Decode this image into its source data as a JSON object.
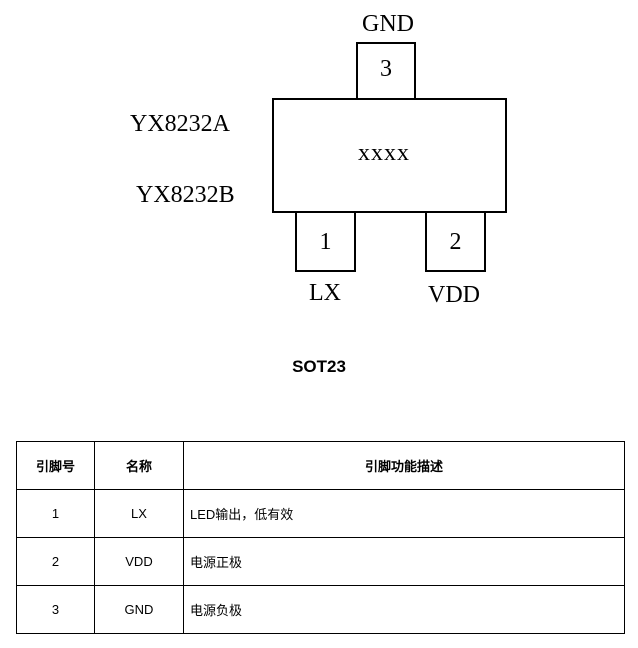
{
  "diagram": {
    "top_pin_name": "GND",
    "top_pin_number": "3",
    "body_marking": "xxxx",
    "part_names": [
      "YX8232A",
      "YX8232B"
    ],
    "bottom_left_pin_number": "1",
    "bottom_left_pin_name": "LX",
    "bottom_right_pin_number": "2",
    "bottom_right_pin_name": "VDD",
    "package_name": "SOT23"
  },
  "table": {
    "headers": [
      "引脚号",
      "名称",
      "引脚功能描述"
    ],
    "rows": [
      {
        "num": "1",
        "name": "LX",
        "desc": "LED输出，低有效"
      },
      {
        "num": "2",
        "name": "VDD",
        "desc": "电源正极"
      },
      {
        "num": "3",
        "name": "GND",
        "desc": "电源负极"
      }
    ]
  }
}
